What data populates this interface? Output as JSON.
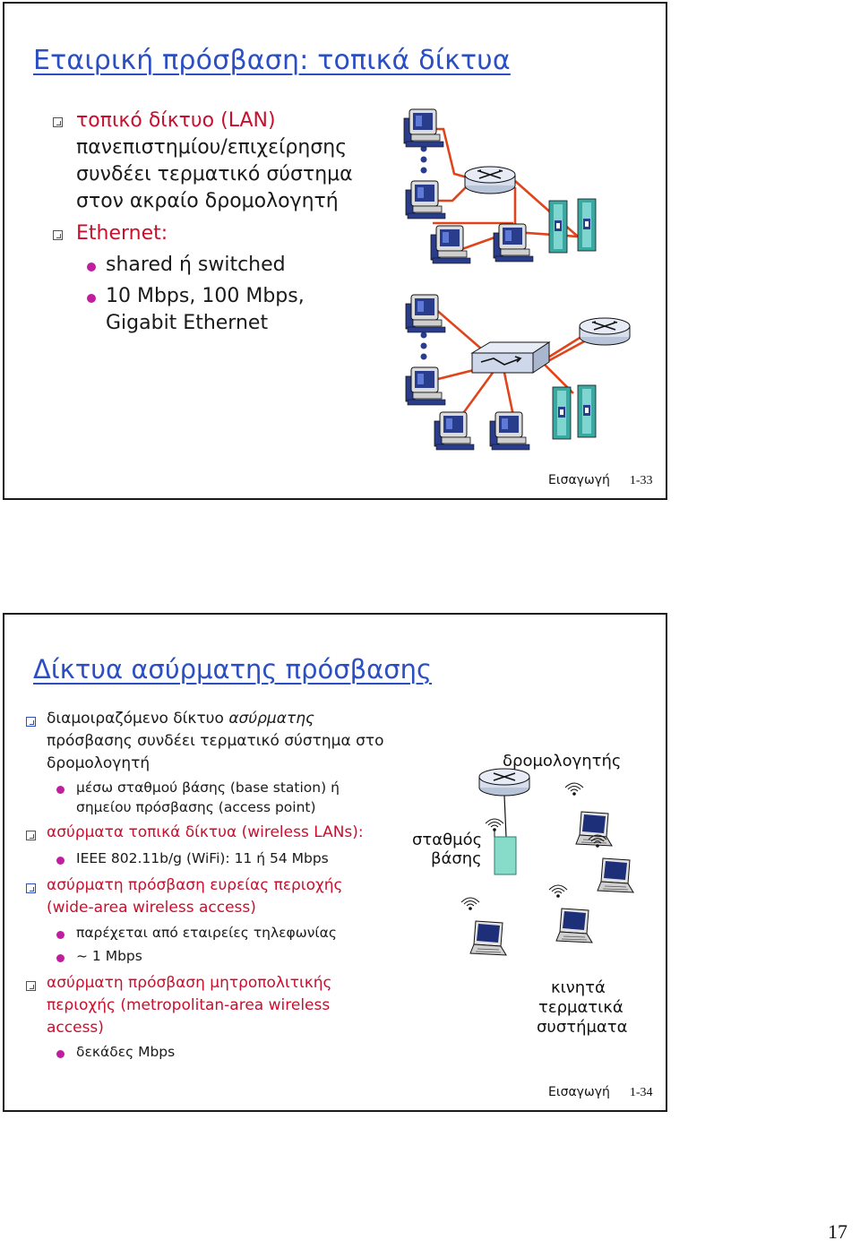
{
  "slide1": {
    "title": "Εταιρική πρόσβαση: τοπικά δίκτυα",
    "bullets": [
      {
        "lines": [
          "τοπικό δίκτυο (LAN)",
          "πανεπιστημίου/επιχείρησης",
          "συνδέει τερματικό σύστημα",
          "στον ακραίο δρομολογητή"
        ]
      },
      {
        "lines": [
          "Ethernet:"
        ]
      }
    ],
    "sub": [
      {
        "lines": [
          "shared ή switched"
        ]
      },
      {
        "lines": [
          "10 Mbps, 100 Mbps,",
          "Gigabit Ethernet"
        ]
      }
    ],
    "footer_word": "Εισαγωγή",
    "footer_num": "1-33"
  },
  "slide2": {
    "title": "Δίκτυα ασύρματης πρόσβασης",
    "b1": {
      "lines": [
        "διαμοιραζόμενο δίκτυο ",
        "πρόσβασης συνδέει τερματικό σύστημα στο",
        "δρομολογητή"
      ],
      "em": "ασύρματης"
    },
    "s1": {
      "lines": [
        "μέσω σταθμού βάσης (base station) ή",
        "σημείου πρόσβασης (access point)"
      ]
    },
    "b2": {
      "lines": [
        "ασύρματα τοπικά δίκτυα (wireless LANs):"
      ]
    },
    "s2": {
      "lines": [
        "IEEE 802.11b/g (WiFi): 11 ή 54 Mbps"
      ]
    },
    "b3": {
      "lines": [
        "ασύρματη πρόσβαση ευρείας περιοχής",
        "(wide-area wireless access)"
      ]
    },
    "s3": {
      "lines": [
        "παρέχεται από εταιρείες τηλεφωνίας"
      ]
    },
    "s4": {
      "lines": [
        "~ 1 Mbps"
      ]
    },
    "b4": {
      "lines": [
        "ασύρματη πρόσβαση μητροπολιτικής",
        "περιοχής (metropolitan-area wireless",
        "access)"
      ]
    },
    "s5": {
      "lines": [
        "δεκάδες Mbps"
      ]
    },
    "labels": {
      "router": "δρομολογητής",
      "base1": "σταθμός",
      "base2": "βάσης",
      "mobile1": "κινητά",
      "mobile2": "τερματικά",
      "mobile3": "συστήματα"
    },
    "footer_word": "Εισαγωγή",
    "footer_num": "1-34"
  },
  "page_number": "17",
  "colors": {
    "title": "#2b4fc3",
    "accent_text": "#c8102e",
    "bullet_square": "#2b4fc3",
    "sub_bullet": "#c01ea0",
    "links": "#e0441a"
  },
  "icons": [
    "router-icon",
    "switch-icon",
    "desktop-computer-icon",
    "server-icon",
    "laptop-icon",
    "antenna-icon",
    "base-station-icon"
  ]
}
